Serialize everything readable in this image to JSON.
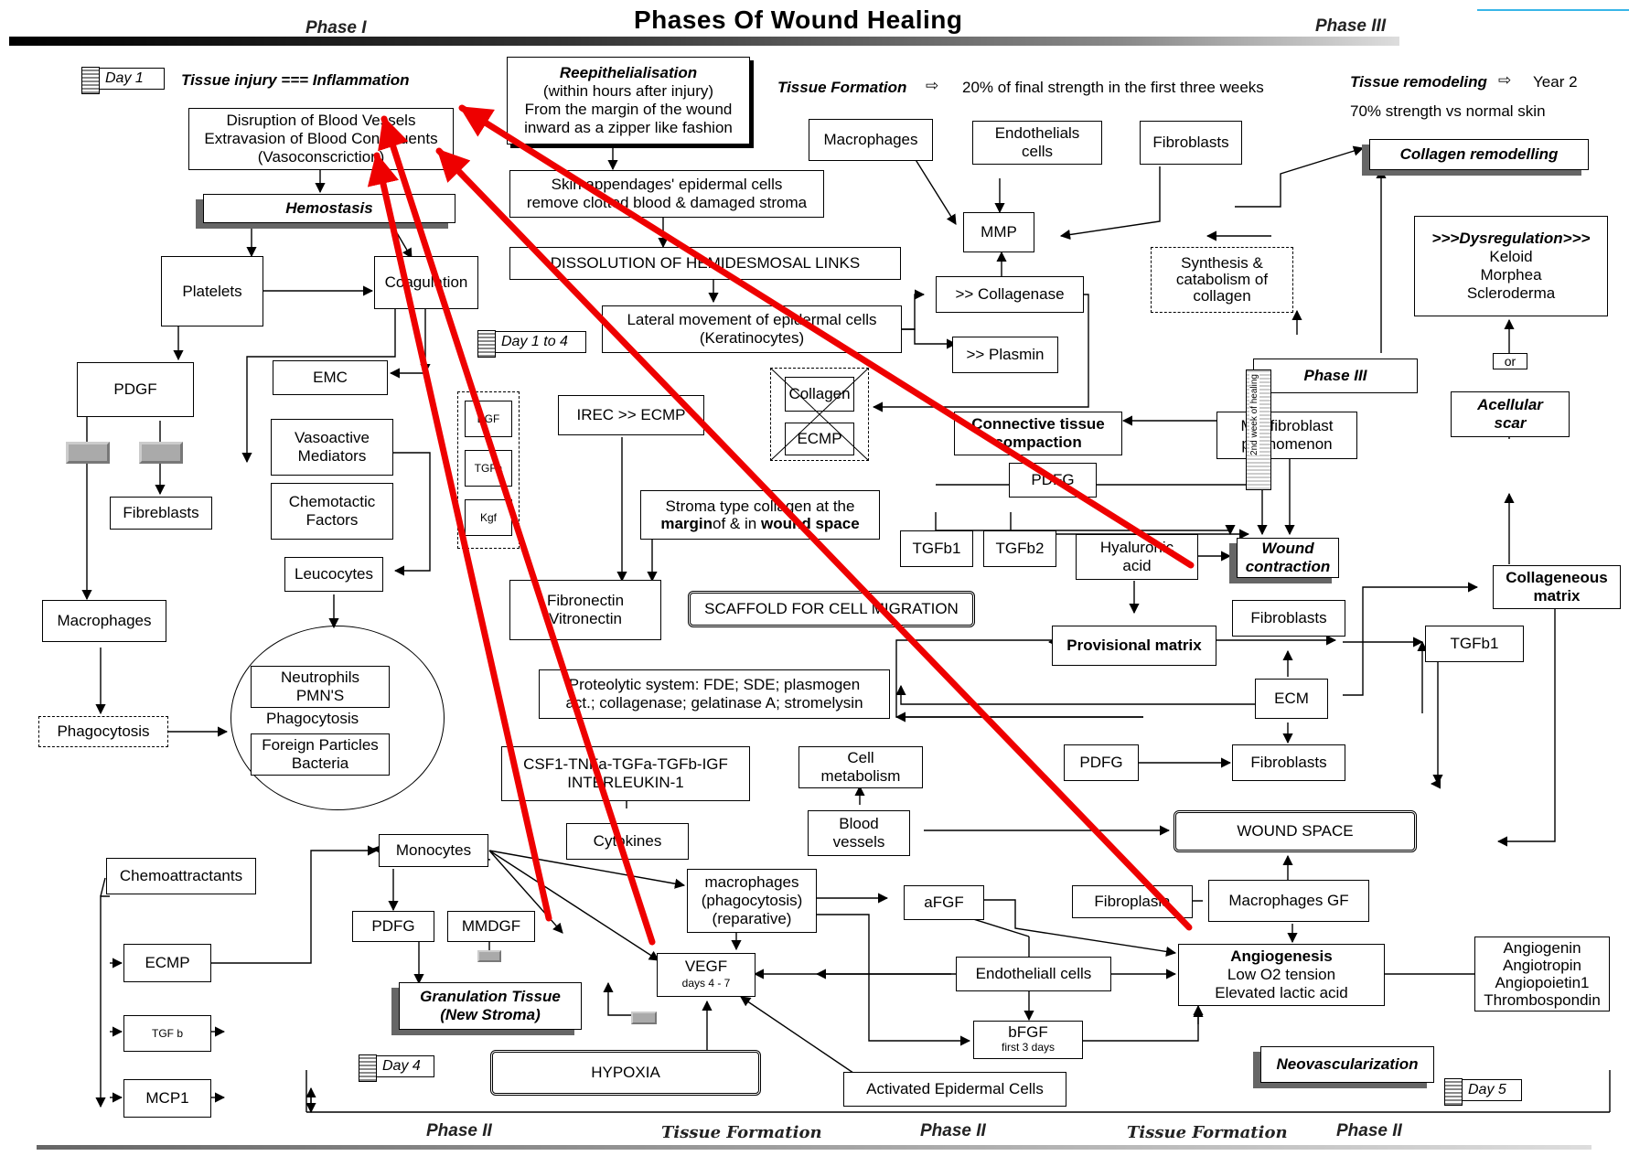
{
  "title": "Phases Of Wound Healing",
  "phases": {
    "left_top": "Phase I",
    "right_top": "Phase III",
    "bottom_1": "Phase II",
    "bottom_2": "Phase II",
    "bottom_3": "Phase II",
    "tf_1": "Tissue Formation",
    "tf_2": "Tissue Formation"
  },
  "days": {
    "d1": "Day 1",
    "d14": "Day 1 to 4",
    "d4": "Day 4",
    "d5": "Day 5",
    "week": "2nd week of healing"
  },
  "header": {
    "injury": "Tissue injury  ===  Inflammation",
    "tissue_formation_label": "Tissue Formation",
    "tissue_formation_text": "20% of final strength in the first three weeks",
    "remodel_label": "Tissue remodeling",
    "remodel_year": "Year 2",
    "remodel_strength": "70% strength vs normal skin"
  },
  "nodes": {
    "disruption": "Disruption of Blood Vessels\nExtravasion of Blood Constituents\n(Vasoconscriction)",
    "hemostasis": "Hemostasis",
    "platelets": "Platelets",
    "coagulation": "Coagulation",
    "pdgf": "PDGF",
    "emc": "EMC",
    "vasoactive": "Vasoactive\nMediators",
    "chemotactic": "Chemotactic\nFactors",
    "fibreblasts": "Fibreblasts",
    "leucocytes": "Leucocytes",
    "macrophages_left": "Macrophages",
    "phagocytosis_box": "Phagocytosis",
    "neutrophils": "Neutrophils\nPMN'S",
    "phagocytosis_circle": "Phagocytosis",
    "foreign": "Foreign Particles\nBacteria",
    "chemoattractants": "Chemoattractants",
    "ecmp_left": "ECMP",
    "tgfb_left": "TGF b",
    "mcp1": "MCP1",
    "reepi_title": "Reepithelialisation",
    "reepi_text": "(within hours after injury)\nFrom the margin of the wound\ninward as a zipper like fashion",
    "skin_append": "Skin appendages' epidermal cells\nremove clotted blood & damaged stroma",
    "dissolution": "DISSOLUTION OF HEMIDESMOSAL LINKS",
    "lateral": "Lateral movement of epidermal cells\n(Keratinocytes)",
    "egf": "EGF",
    "tgfa": "TGFa",
    "kgf": "Kgf",
    "irec": "IREC >> ECMP",
    "stroma_pre": "Stroma type collagen at the",
    "stroma_b1": "margin",
    "stroma_mid": "of & in",
    "stroma_b2": "wound space",
    "fibronectin": "Fibronectin\nVitronectin",
    "scaffold": "SCAFFOLD FOR CELL MIGRATION",
    "proteolytic": "Proteolytic system: FDE; SDE; plasmogen\nact.; collagenase; gelatinase A; stromelysin",
    "csf": "CSF1-TNFa-TGFa-TGFb-IGF\nINTERLEUKIN-1",
    "monocytes": "Monocytes",
    "cytokines": "Cytokines",
    "macro_phago": "macrophages\n(phagocytosis)\n(reparative)",
    "pdfg_mid": "PDFG",
    "mmdgf": "MMDGF",
    "granulation": "Granulation Tissue\n(New Stroma)",
    "vegf": "VEGF",
    "vegf_days": "days 4 - 7",
    "hypoxia": "HYPOXIA",
    "activated": "Activated Epidermal Cells",
    "macrophages_top": "Macrophages",
    "endothelials": "Endothelials\ncells",
    "fibroblasts_top": "Fibroblasts",
    "mmp": "MMP",
    "collagenase": ">> Collagenase",
    "plasmin": ">> Plasmin",
    "collagen_x": "Collagen",
    "ecmp_x": "ECMP",
    "connective": "Connective tissue\ncompaction",
    "myofibroblast": "Myofibroblast\nphenomenon",
    "pdfg_right": "PDFG",
    "tgfb1_a": "TGFb1",
    "tgfb2": "TGFb2",
    "hyaluronic": "Hyaluronic\nacid",
    "wound_contraction": "Wound\ncontraction",
    "provisional": "Provisional matrix",
    "fibroblasts_r1": "Fibroblasts",
    "ecm": "ECM",
    "tgfb1_b": "TGFb1",
    "collageneous": "Collageneous\nmatrix",
    "cell_metab": "Cell\nmetabolism",
    "blood_vessels": "Blood\nvessels",
    "pdfg_low": "PDFG",
    "fibroblasts_r2": "Fibroblasts",
    "wound_space": "WOUND SPACE",
    "fibroplasia": "Fibroplasia",
    "macro_gf": "Macrophages GF",
    "afgf": "aFGF",
    "angiogenesis_title": "Angiogenesis",
    "angiogenesis_text": "Low  O2 tension\nElevated lactic acid",
    "angio_list": "Angiogenin\nAngiotropin\nAngiopoietin1\nThrombospondin",
    "endothelial_cells": "Endotheliall cells",
    "bfgf": "bFGF",
    "bfgf_days": "first 3 days",
    "neovasc": "Neovascularization",
    "synthesis": "Synthesis &\ncatabolism of\ncollagen",
    "collagen_remodel": "Collagen remodelling",
    "phase3_box": "Phase III",
    "dysreg_title": ">>>Dysregulation>>>",
    "dysreg_list": "Keloid\nMorphea\nScleroderma",
    "or": "or",
    "acellular": "Acellular\nscar"
  },
  "colors": {
    "red_arrow": "#ee0000",
    "line": "#000000",
    "corner": "#38b6e8"
  }
}
